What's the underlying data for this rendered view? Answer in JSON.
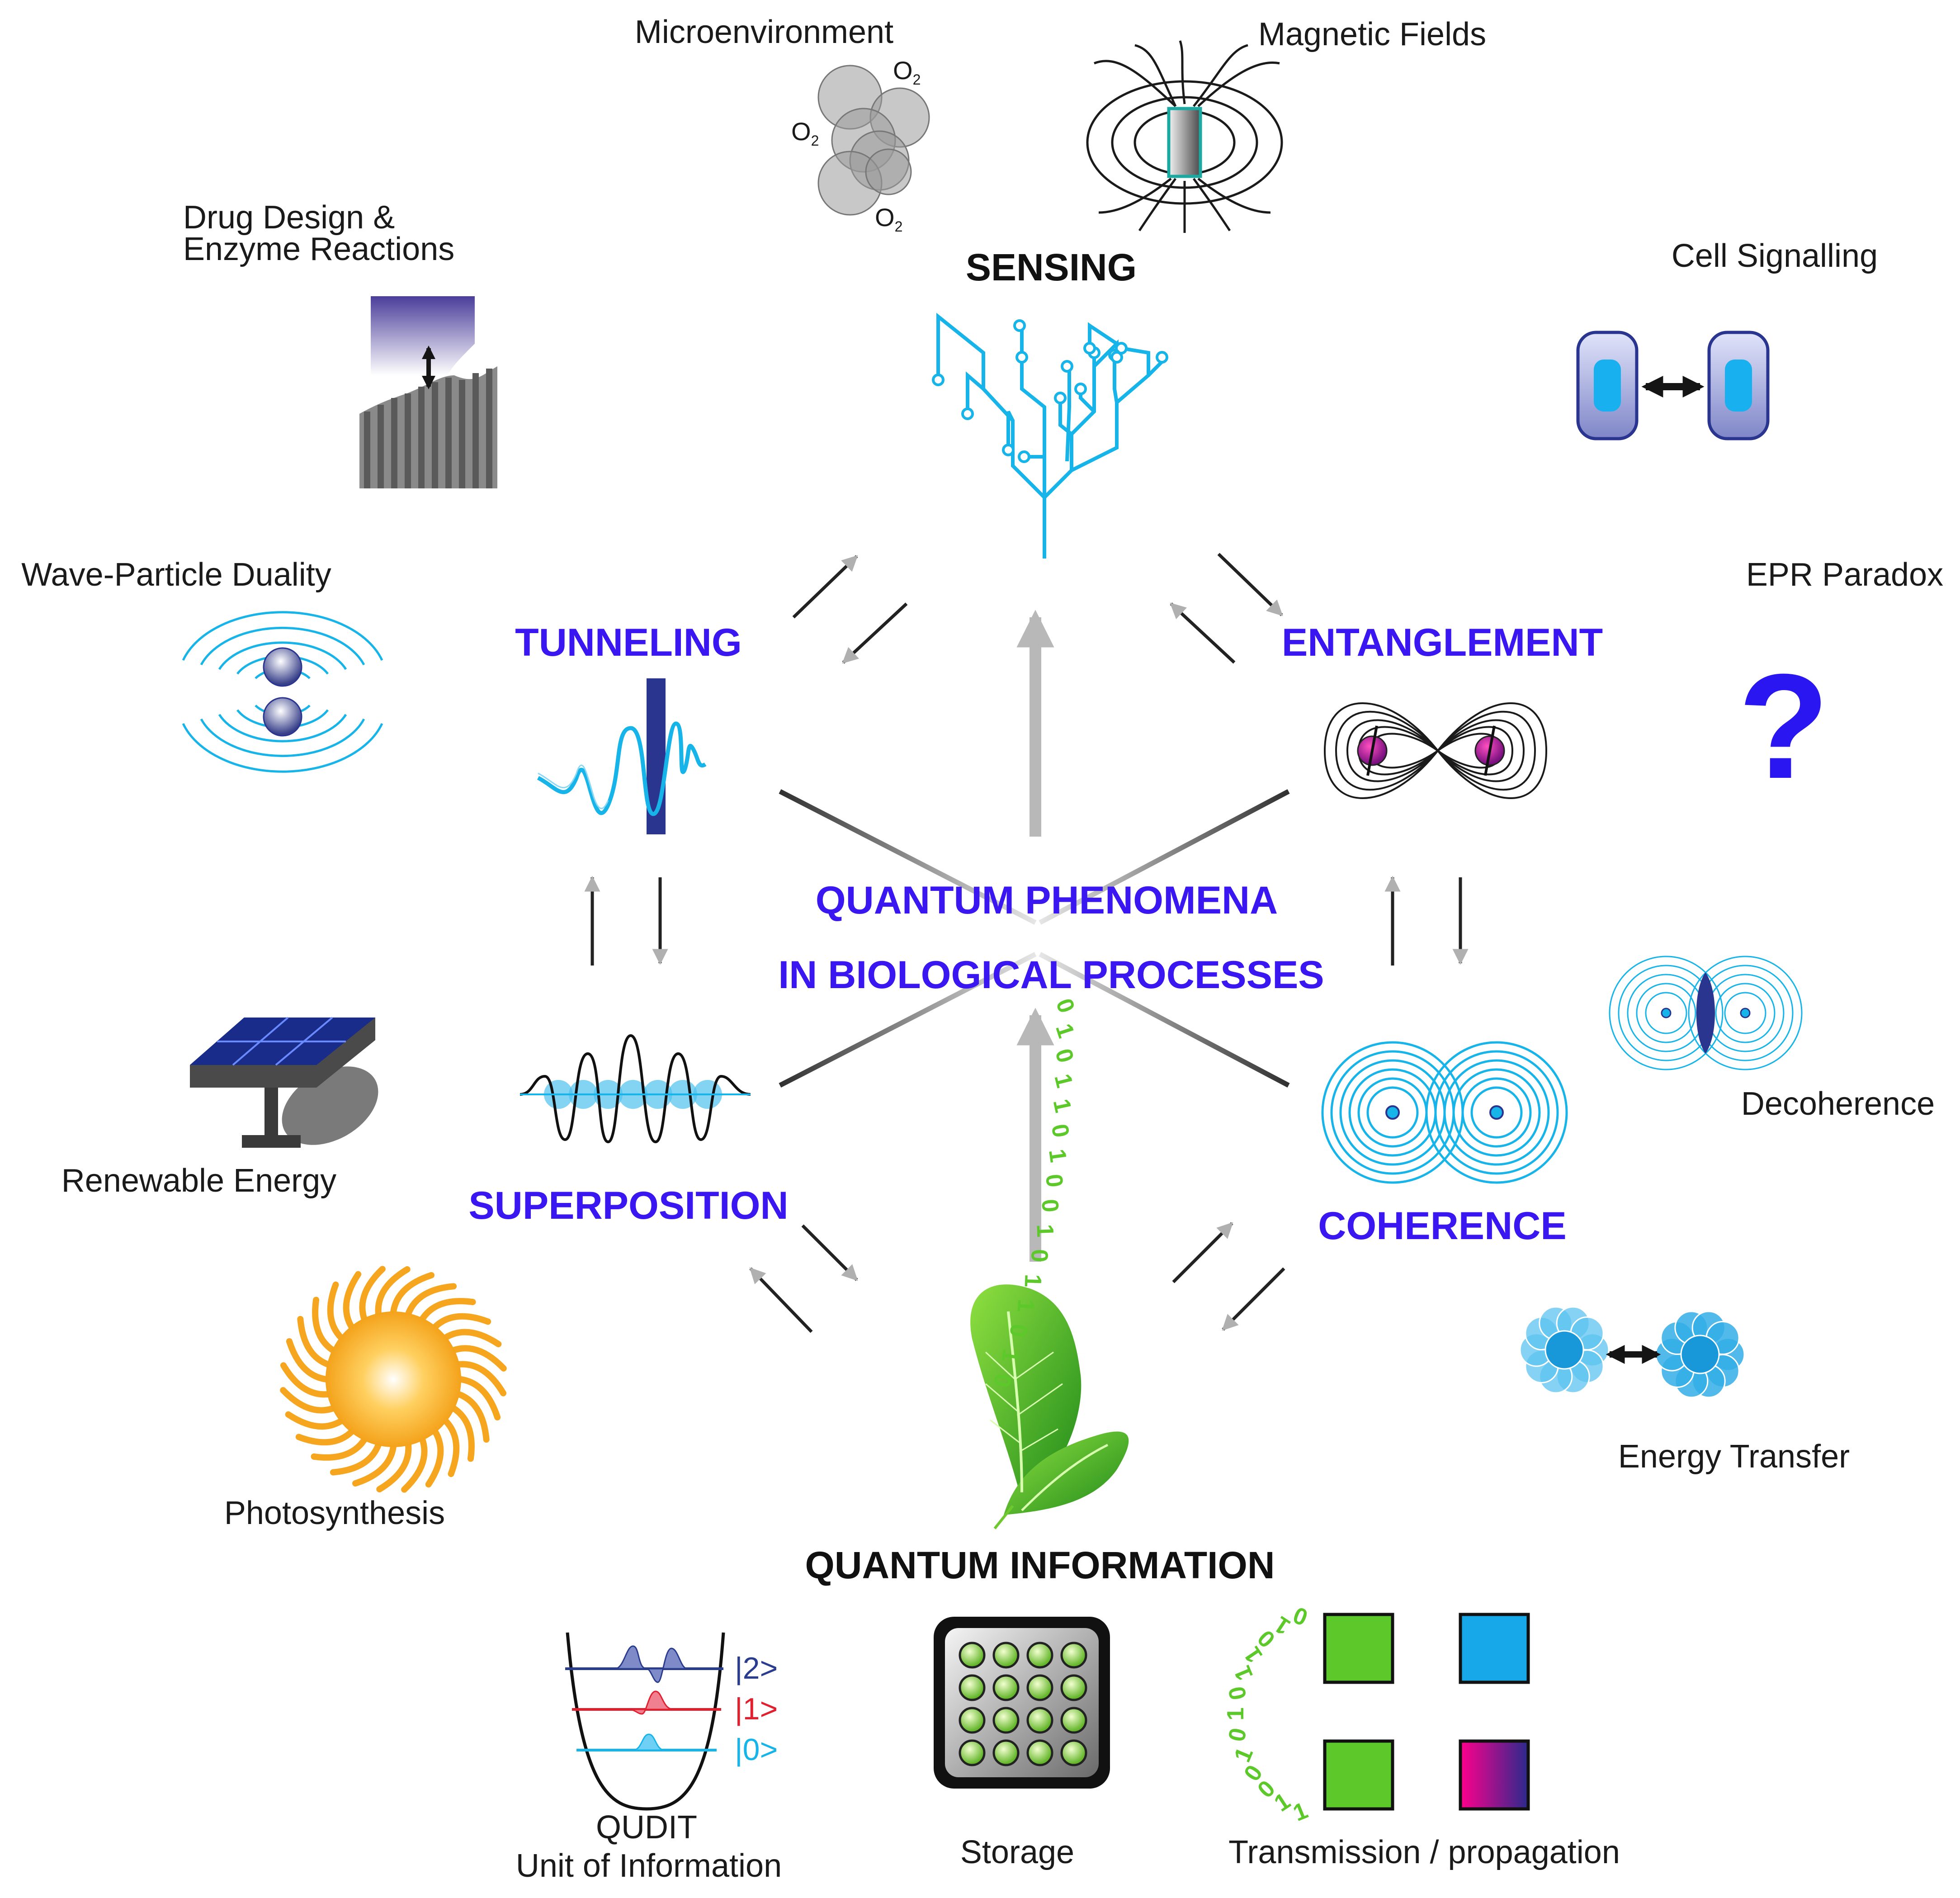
{
  "center": {
    "line1": "QUANTUM PHENOMENA",
    "line2": "IN BIOLOGICAL PROCESSES"
  },
  "hubs": {
    "sensing": "SENSING",
    "quantum_information": "QUANTUM INFORMATION"
  },
  "phenomena": {
    "tunneling": "TUNNELING",
    "entanglement": "ENTANGLEMENT",
    "superposition": "SUPERPOSITION",
    "coherence": "COHERENCE"
  },
  "applications": {
    "microenvironment": "Microenvironment",
    "magnetic_fields": "Magnetic Fields",
    "drug_design_line1": "Drug Design &",
    "drug_design_line2": "Enzyme Reactions",
    "cell_signalling": "Cell Signalling",
    "wave_particle": "Wave-Particle Duality",
    "epr_paradox": "EPR Paradox",
    "decoherence": "Decoherence",
    "renewable_energy": "Renewable Energy",
    "photosynthesis": "Photosynthesis",
    "energy_transfer": "Energy Transfer"
  },
  "molecule": {
    "o2": "O",
    "sub": "2"
  },
  "epr_symbol": "?",
  "qudit_states": {
    "s2": "|2>",
    "s1": "|1>",
    "s0": "|0>"
  },
  "info_items": {
    "qudit_line1": "QUDIT",
    "qudit_line2": "Unit of Information",
    "storage": "Storage",
    "transmission": "Transmission / propagation"
  },
  "binary_streams": {
    "leaf": [
      "0",
      "1",
      "0",
      "1",
      "1",
      "0",
      "1",
      "0",
      "0",
      "1",
      "0",
      "1",
      "1",
      "0",
      "1",
      "0"
    ],
    "transmission": [
      "0",
      "1",
      "0",
      "1",
      "1",
      "0",
      "1",
      "0",
      "1",
      "0",
      "0",
      "1",
      "1"
    ]
  },
  "colors": {
    "phenomena_text": "#3a16f0",
    "cyan": "#16b4e8",
    "green": "#5cc82a",
    "navy": "#2a3590",
    "arrow_grey": "#b0b0b0",
    "qudit_s2": "#2a3c8e",
    "qudit_s1": "#e0202e",
    "qudit_s0": "#16b4e8"
  },
  "icons": [
    "dendrite-tree-icon",
    "oxygen-bubbles-icon",
    "bar-magnet-field-icon",
    "energy-landscape-icon",
    "cell-pair-icon",
    "wave-particle-icon",
    "question-mark-icon",
    "tunneling-wave-icon",
    "entangled-spins-icon",
    "superposition-wave-icon",
    "coherence-rings-icon",
    "decoherence-rings-icon",
    "solar-panel-icon",
    "sun-icon",
    "flower-transfer-icon",
    "leaf-icon",
    "qudit-potential-icon",
    "storage-grid-icon",
    "color-squares-icon"
  ]
}
